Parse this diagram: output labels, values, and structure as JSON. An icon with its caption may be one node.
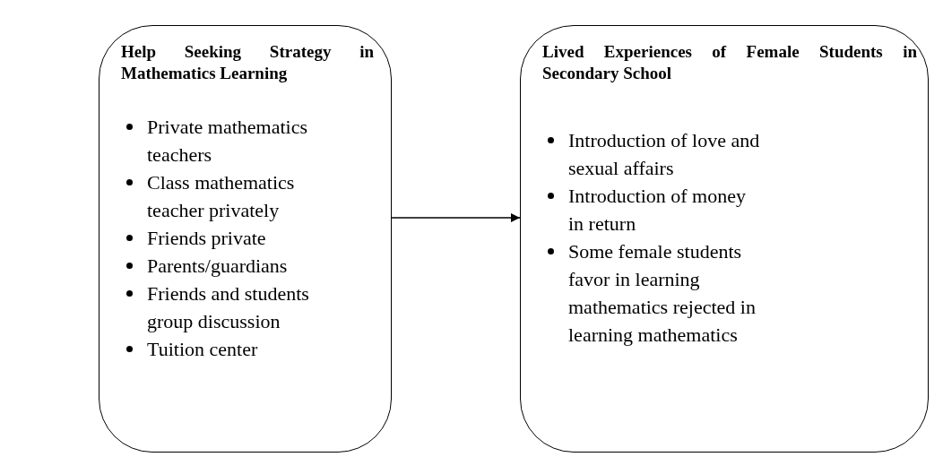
{
  "diagram": {
    "nodes": [
      {
        "text": [
          "Help Seeking Strategy in Mathematics Learning",
          "Private mathematics teachers",
          "Class mathematics teacher privately",
          "Friends private",
          "Parents/guardians",
          "Friends and students group discussion",
          "Tuition center"
        ]
      },
      {
        "text": [
          "Lived Experiences of Female Students in Secondary School",
          "Introduction of love and sexual affairs",
          "Introduction of money in return",
          "Some female students favor in learning mathematics rejected in learning mathematics"
        ]
      }
    ],
    "edges": [
      {
        "from": 0,
        "to": 1,
        "arrow": "to"
      }
    ]
  }
}
